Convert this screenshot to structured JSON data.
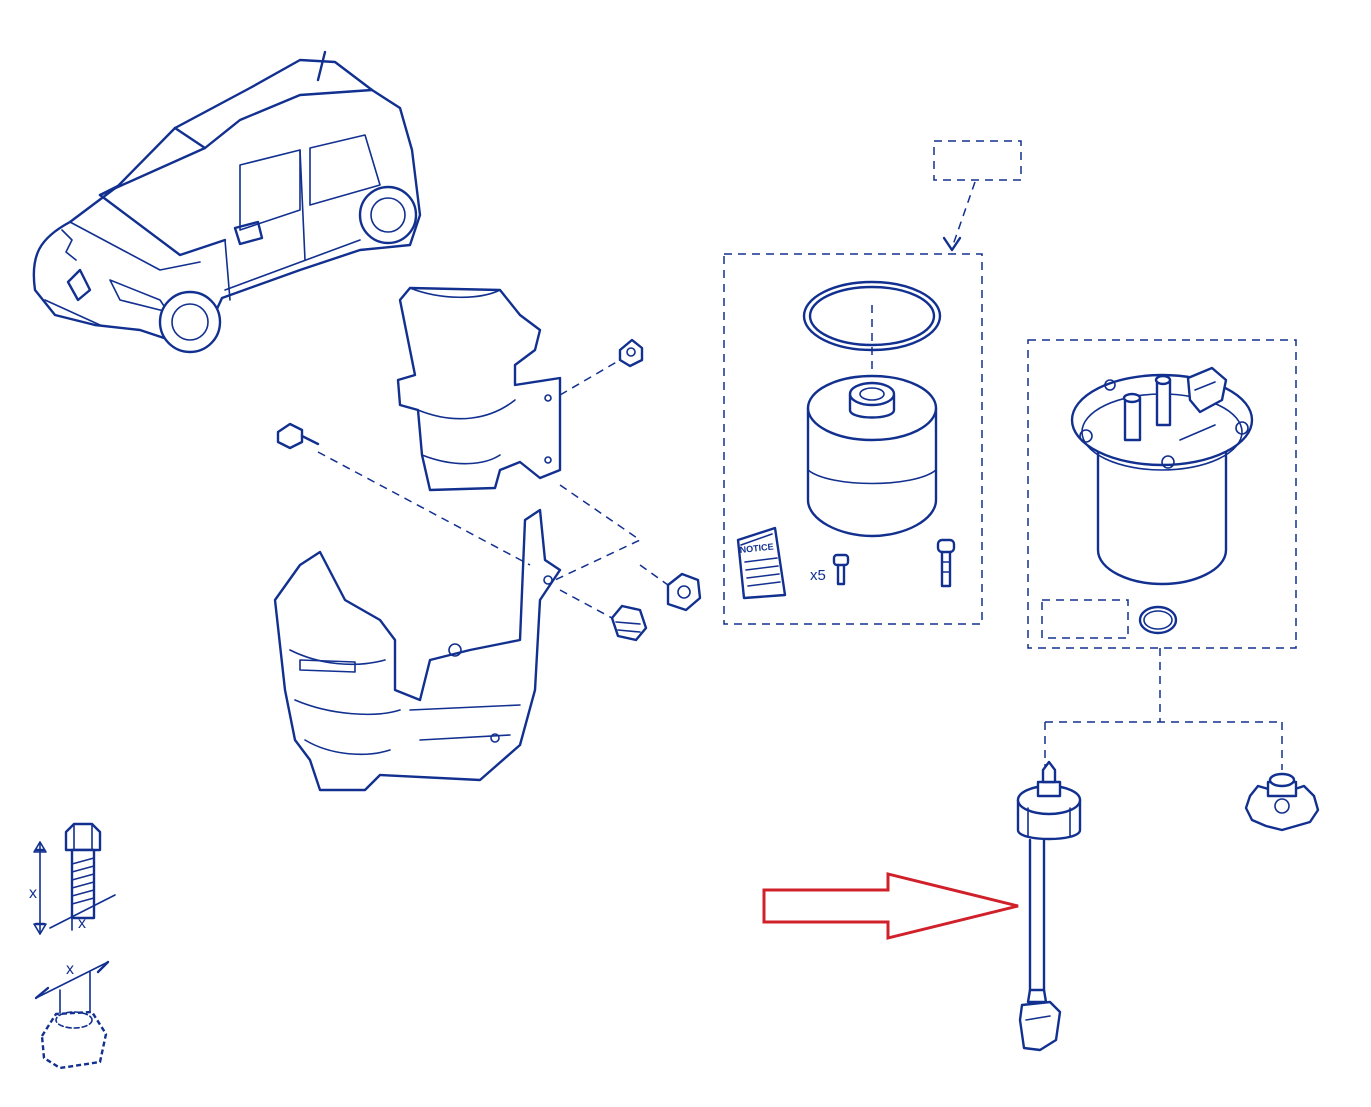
{
  "diagram": {
    "notice_label": "NOTICE",
    "quantity_label": "x5",
    "dimension_label": "x",
    "colors": {
      "line": "#12308f",
      "highlight_arrow": "#d0202a",
      "background": "#ffffff"
    }
  }
}
